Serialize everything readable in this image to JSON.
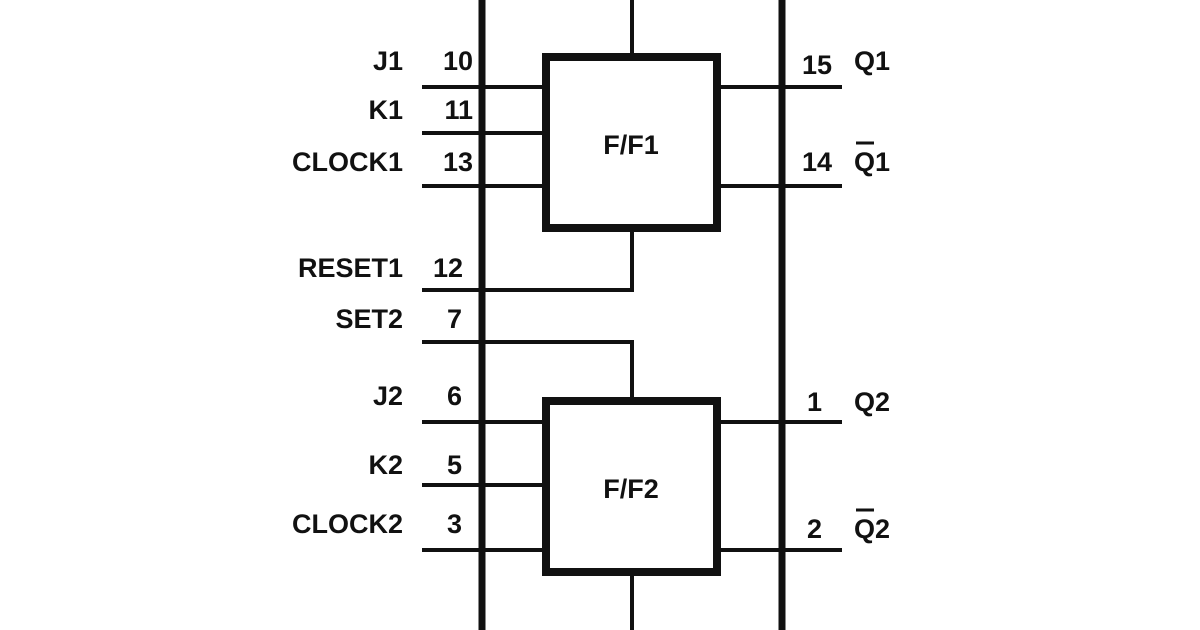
{
  "flip_flops": [
    {
      "name": "F/F1"
    },
    {
      "name": "F/F2"
    }
  ],
  "left_pins": [
    {
      "signal": "J1",
      "pin": "10"
    },
    {
      "signal": "K1",
      "pin": "11"
    },
    {
      "signal": "CLOCK1",
      "pin": "13"
    },
    {
      "signal": "RESET1",
      "pin": "12"
    },
    {
      "signal": "SET2",
      "pin": "7"
    },
    {
      "signal": "J2",
      "pin": "6"
    },
    {
      "signal": "K2",
      "pin": "5"
    },
    {
      "signal": "CLOCK2",
      "pin": "3"
    }
  ],
  "right_pins": [
    {
      "signal": "Q1",
      "pin": "15",
      "overbar": false
    },
    {
      "signal": "Q1",
      "pin": "14",
      "overbar": true
    },
    {
      "signal": "Q2",
      "pin": "1",
      "overbar": false
    },
    {
      "signal": "Q2",
      "pin": "2",
      "overbar": true
    }
  ],
  "colors": {
    "line": "#111111",
    "background": "#ffffff"
  }
}
